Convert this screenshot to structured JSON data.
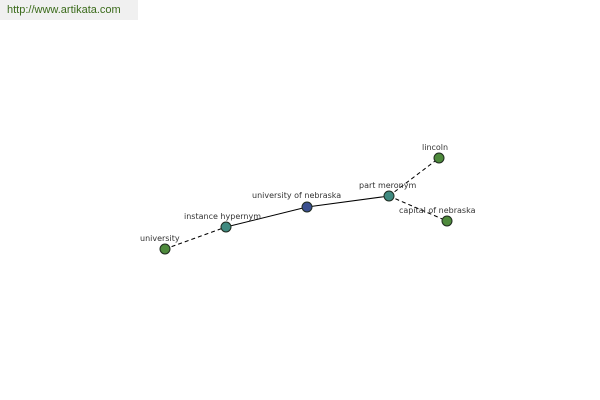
{
  "site": {
    "url": "http://www.artikata.com"
  },
  "graph": {
    "nodes": [
      {
        "id": "university",
        "label": "university",
        "color": "#4e8a3c"
      },
      {
        "id": "instance-hypernym",
        "label": "instance hypernym",
        "color": "#3f8a80"
      },
      {
        "id": "university-of-nebraska",
        "label": "university of nebraska",
        "color": "#3a4f8f"
      },
      {
        "id": "part-meronym",
        "label": "part meronym",
        "color": "#3f8a80"
      },
      {
        "id": "lincoln",
        "label": "lincoln",
        "color": "#4e8a3c"
      },
      {
        "id": "capital-of-nebraska",
        "label": "capital of nebraska",
        "color": "#4e8a3c"
      }
    ],
    "edges": [
      {
        "from": "university",
        "to": "instance-hypernym",
        "style": "dashed"
      },
      {
        "from": "instance-hypernym",
        "to": "university-of-nebraska",
        "style": "solid"
      },
      {
        "from": "university-of-nebraska",
        "to": "part-meronym",
        "style": "solid"
      },
      {
        "from": "part-meronym",
        "to": "lincoln",
        "style": "dashed"
      },
      {
        "from": "part-meronym",
        "to": "capital-of-nebraska",
        "style": "dashed"
      }
    ]
  }
}
